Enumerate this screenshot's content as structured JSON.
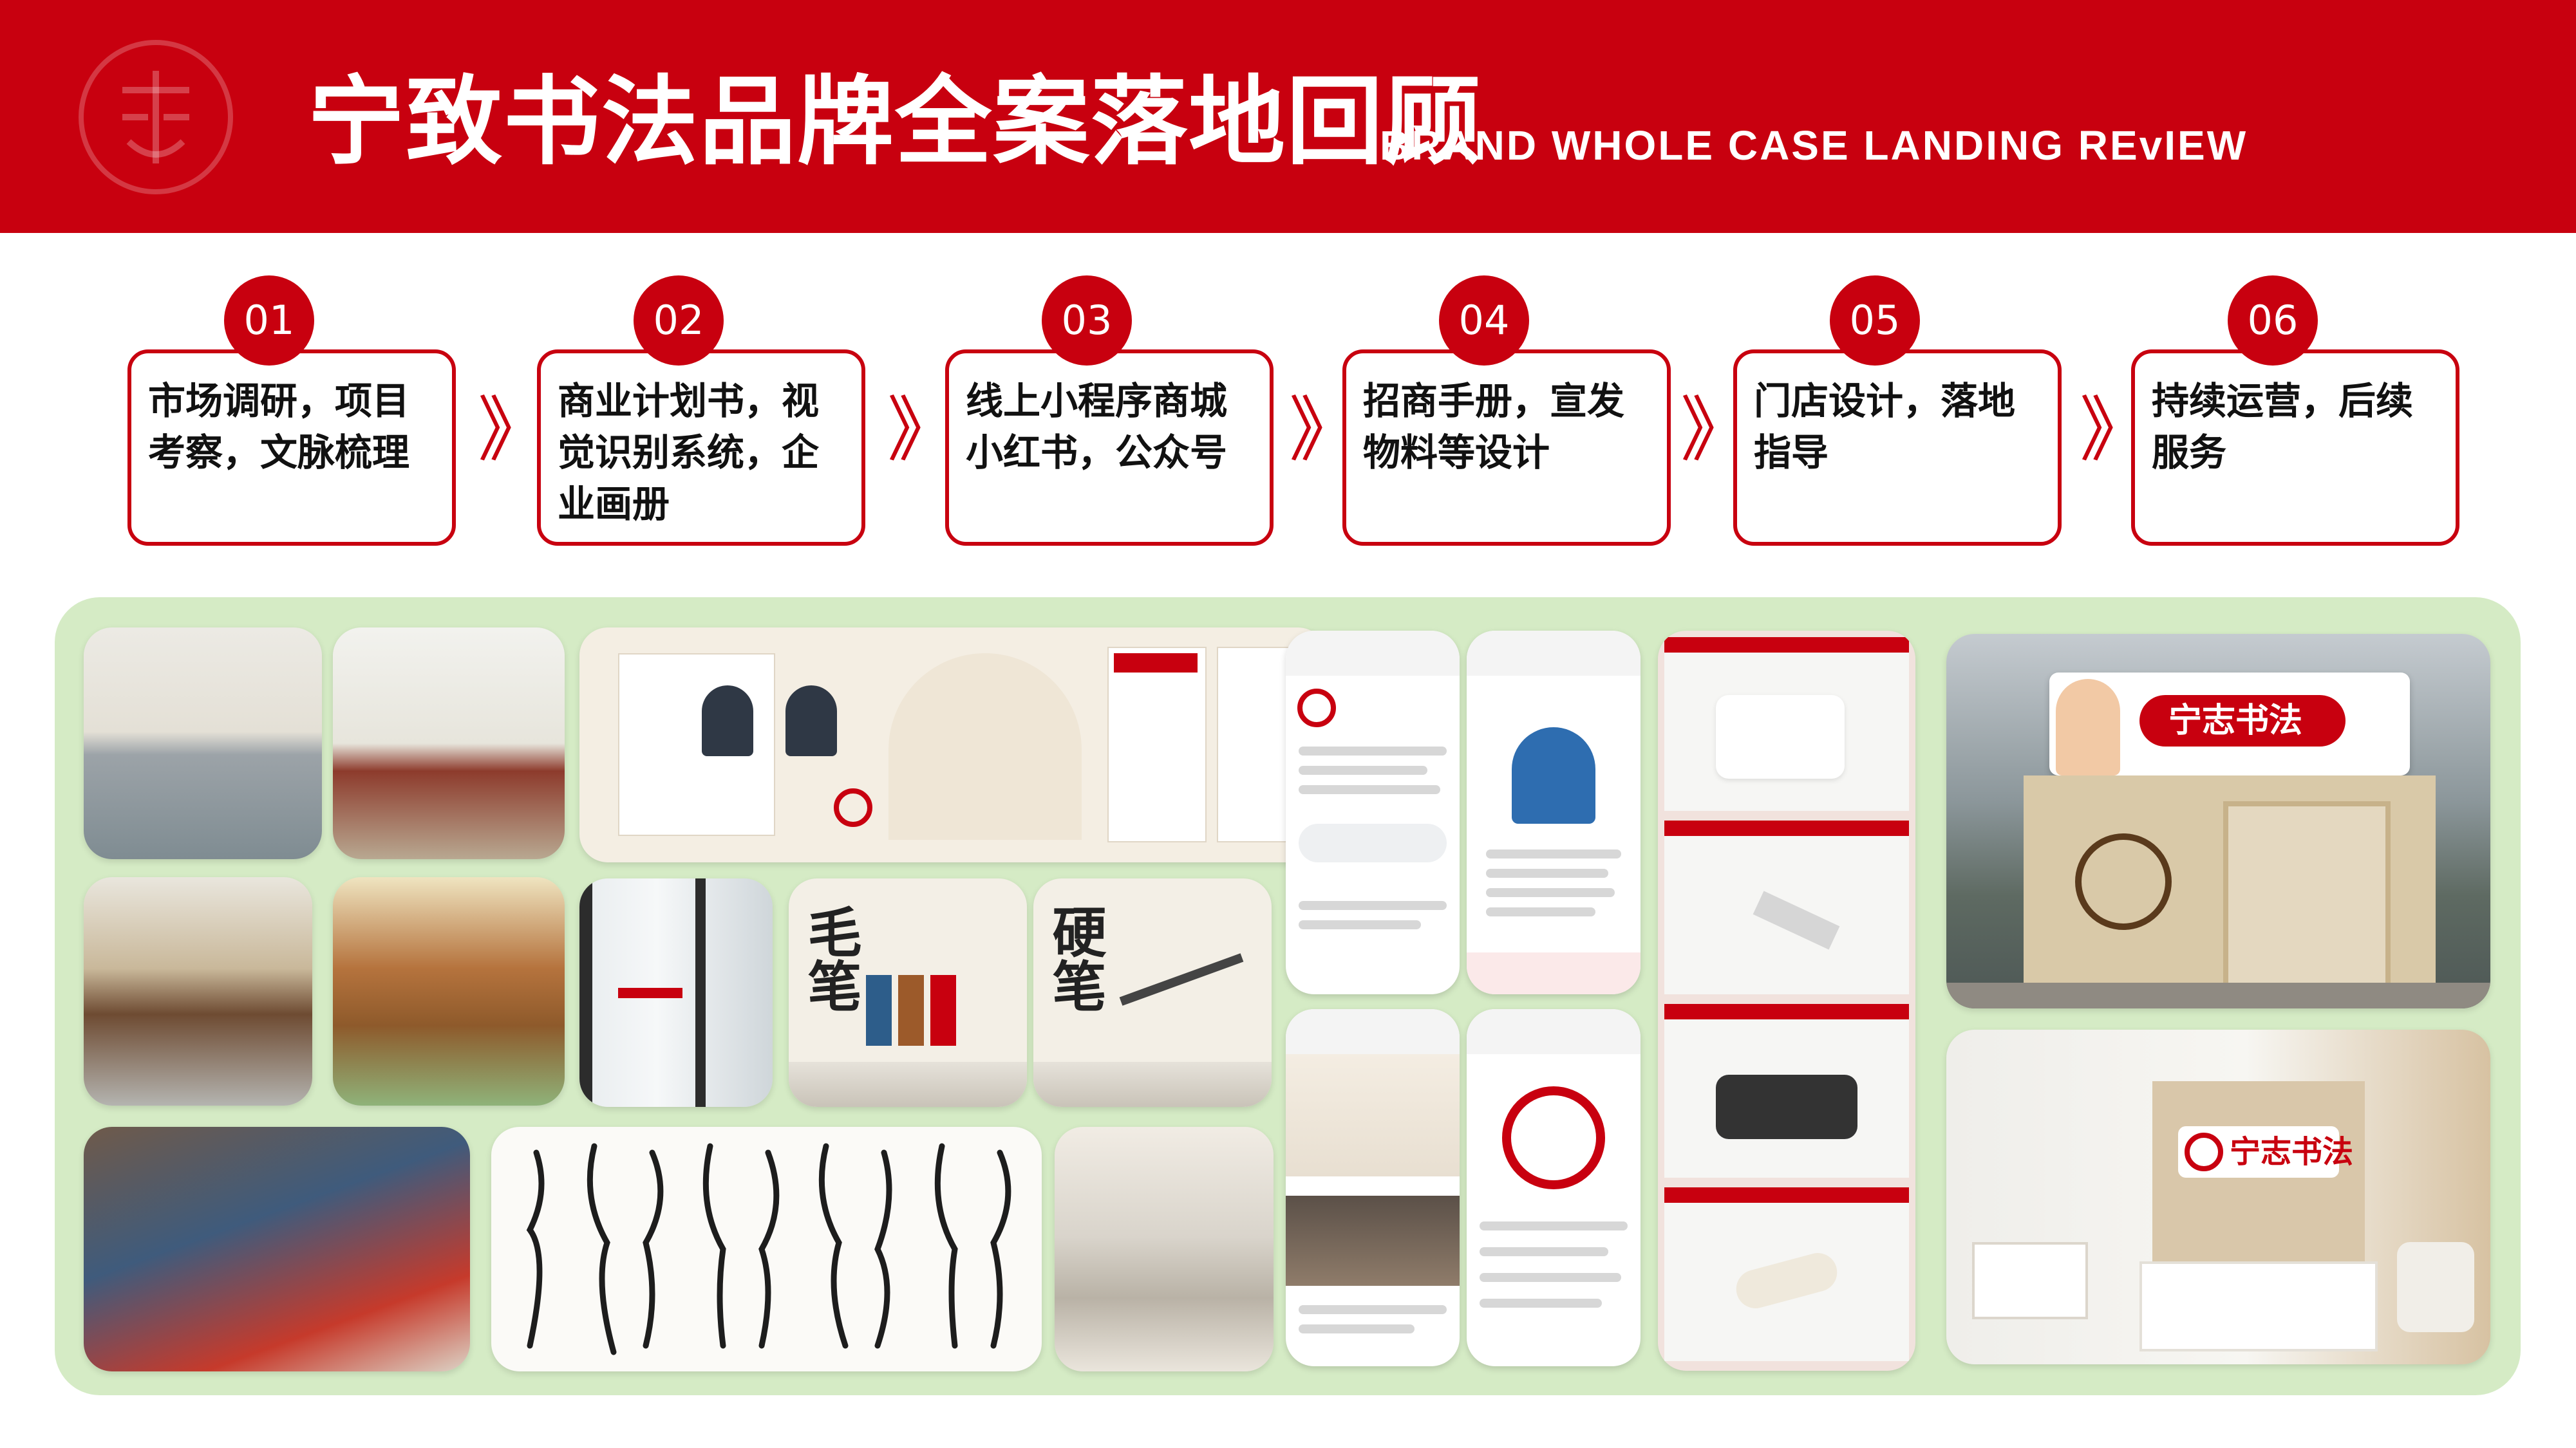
{
  "header": {
    "title": "宁致书法品牌全案落地回顾",
    "subtitle": "BRAND WHOLE CASE LANDING REvIEW",
    "logo_icon": "calligraphy-seal-logo"
  },
  "colors": {
    "brand_red": "#c8000f",
    "gallery_background": "#d5ebc5"
  },
  "steps": [
    {
      "number": "01",
      "text": "市场调研，项目考察，文脉梳理"
    },
    {
      "number": "02",
      "text": "商业计划书，视觉识别系统，企业画册"
    },
    {
      "number": "03",
      "text": "线上小程序商城小红书，公众号"
    },
    {
      "number": "04",
      "text": "招商手册，宣发物料等设计"
    },
    {
      "number": "05",
      "text": "门店设计，落地指导"
    },
    {
      "number": "06",
      "text": "持续运营，后续服务"
    }
  ],
  "arrow_glyph": "》",
  "gallery": {
    "storefront_sign": "宁志书法",
    "reception_sign": "宁志书法",
    "card_brush": "毛笔",
    "card_pen": "硬笔"
  }
}
